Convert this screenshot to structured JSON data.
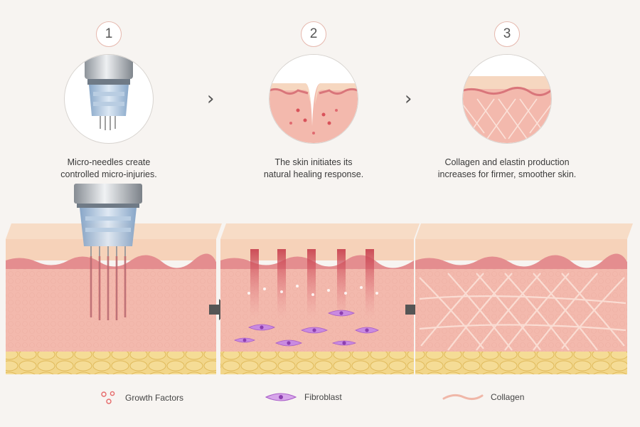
{
  "steps": [
    {
      "number": "1",
      "caption_line1": "Micro-needles create",
      "caption_line2": "controlled micro-injuries."
    },
    {
      "number": "2",
      "caption_line1": "The skin initiates its",
      "caption_line2": "natural healing response."
    },
    {
      "number": "3",
      "caption_line1": "Collagen and elastin production",
      "caption_line2": "increases for firmer, smoother skin."
    }
  ],
  "connectors": {
    "chevron": "›",
    "arrow": "arrow-right-icon"
  },
  "legend": [
    {
      "icon": "growth-factors-icon",
      "label": "Growth Factors"
    },
    {
      "icon": "fibroblast-icon",
      "label": "Fibroblast"
    },
    {
      "icon": "collagen-icon",
      "label": "Collagen"
    }
  ],
  "colors": {
    "surface": "#f6d7c0",
    "epidermis": "#eda79f",
    "dermis": "#f3b9ad",
    "fat": "#f2d68a",
    "injury": "#d9525a",
    "fibroblast": "#b26ad0",
    "collagen": "#fbe1d8",
    "device_metal": "#b7bcc2",
    "device_plastic": "#9db8d6"
  }
}
